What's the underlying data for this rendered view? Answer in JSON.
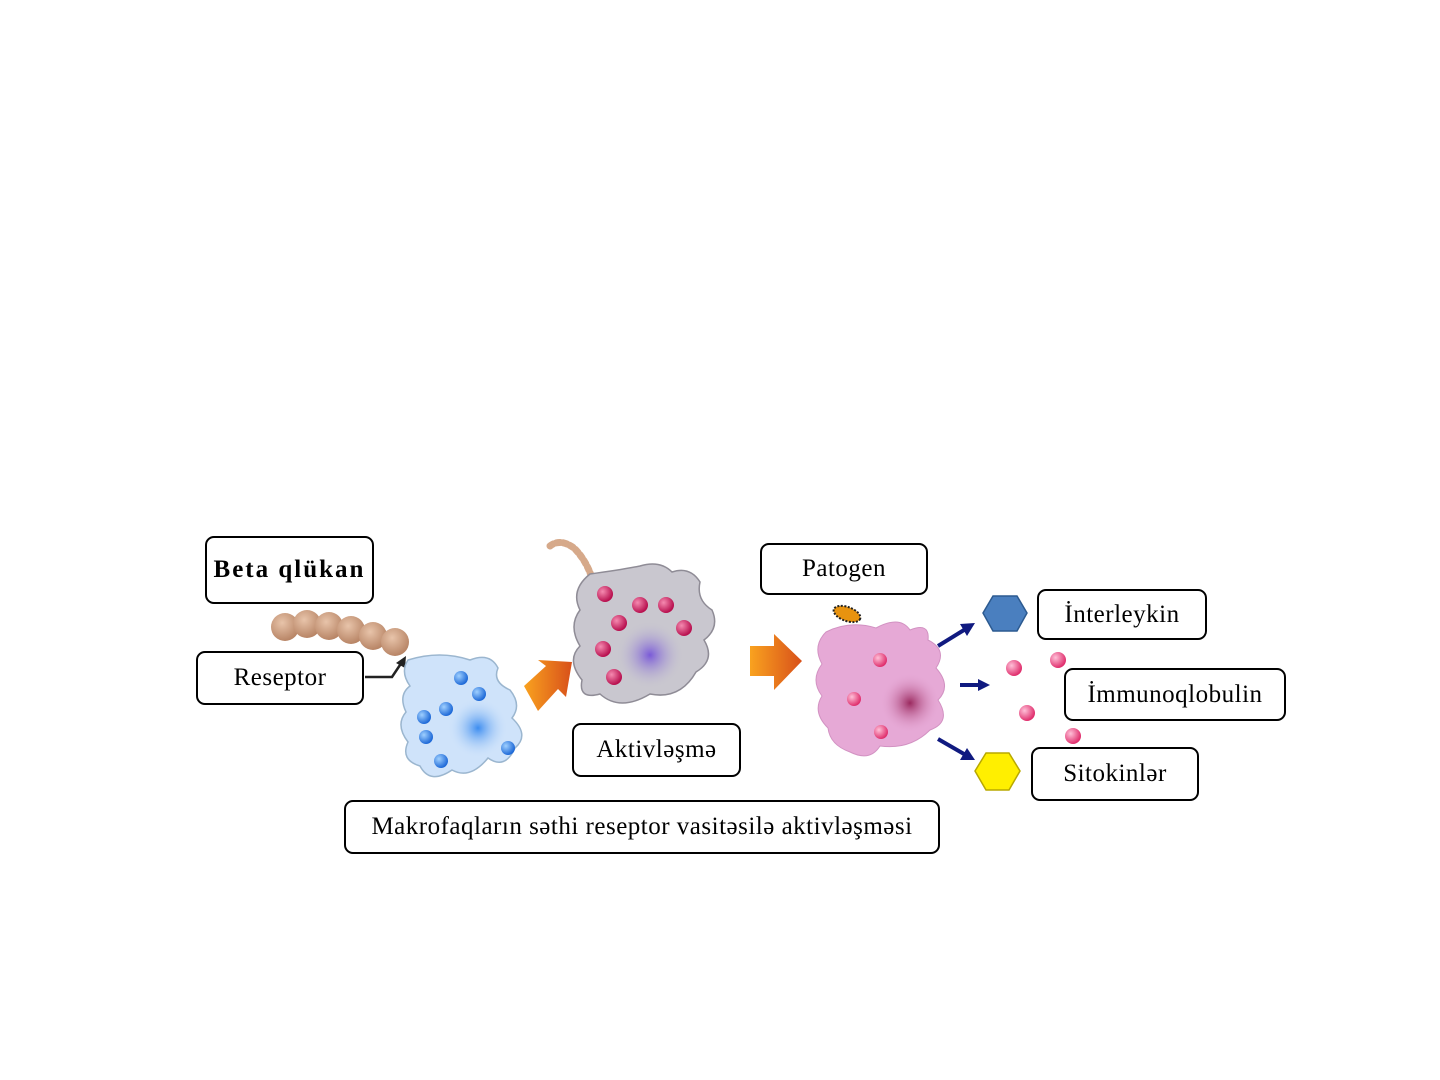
{
  "labels": {
    "beta_glucan": "Beta qlükan",
    "receptor": "Reseptor",
    "activation": "Aktivləşmə",
    "pathogen": "Patogen",
    "interleukin": "İnterleykin",
    "immunoglobulin": "İmmunoqlobulin",
    "cytokines": "Sitokinlər",
    "caption": "Makrofaqların səthi reseptor vasitəsilə aktivləşməsi"
  },
  "colors": {
    "resting_cell": "#cfe3fa",
    "activated_cell": "#c9c7cf",
    "responding_cell": "#e6a9d6",
    "granule_blue": "#2f7fe6",
    "granule_red": "#c8195a",
    "arrow_orange": "#f08a1c",
    "arrow_navy": "#101a80",
    "interleukin_hex": "#4a7fbf",
    "cytokine_hex": "#ffef00"
  }
}
